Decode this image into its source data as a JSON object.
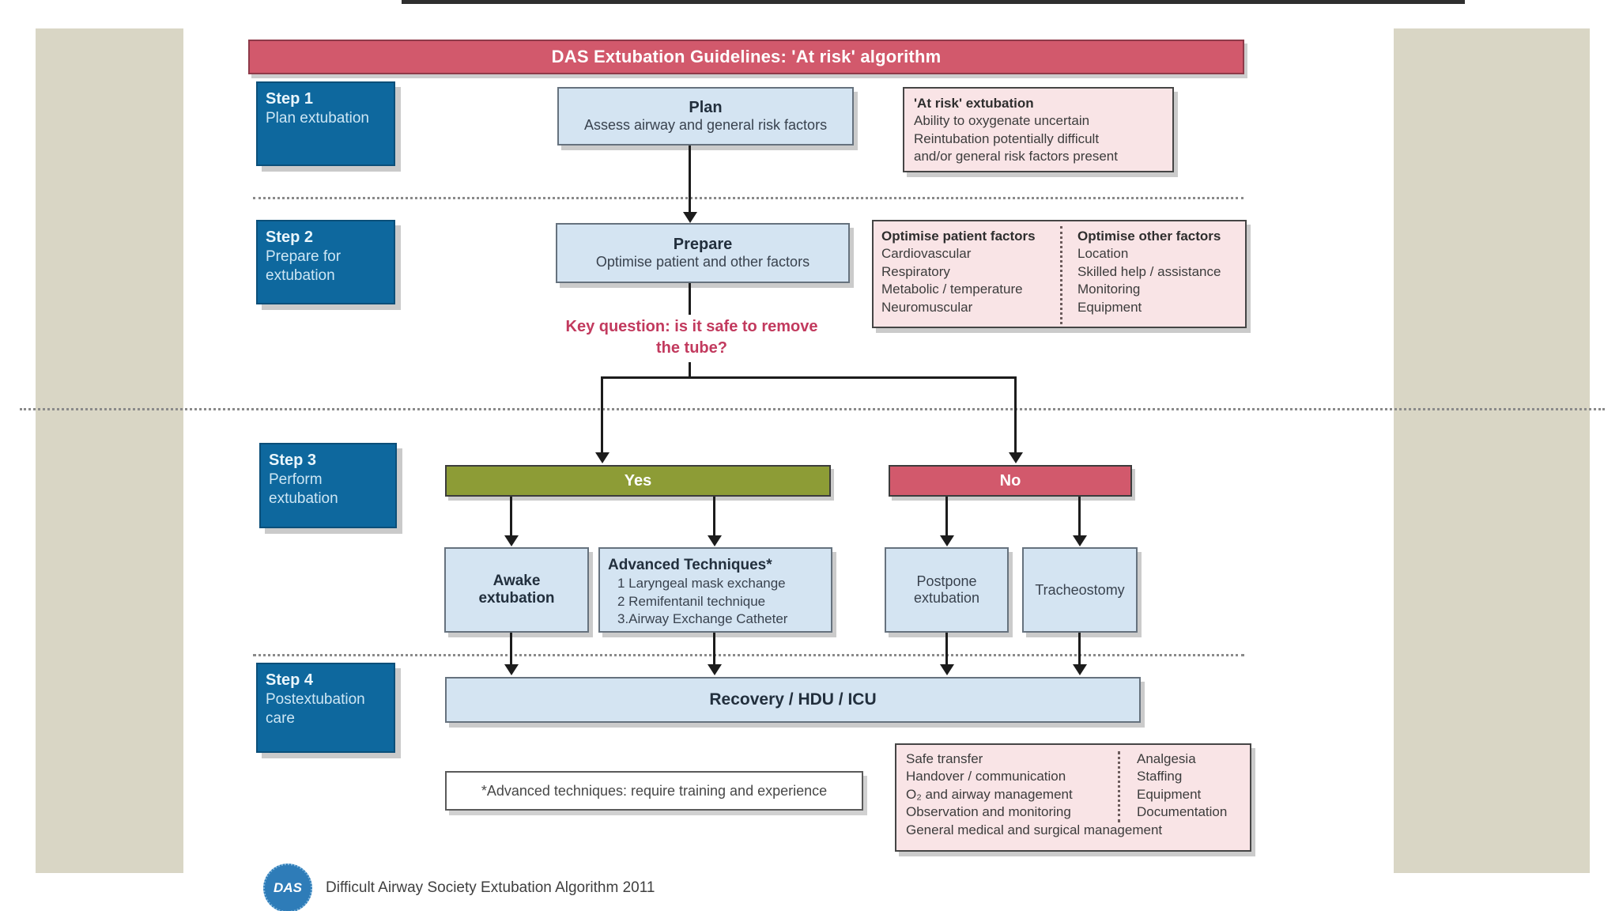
{
  "title": "DAS Extubation Guidelines: 'At risk' algorithm",
  "steps": [
    {
      "label": "Step 1",
      "desc": "Plan extubation"
    },
    {
      "label": "Step 2",
      "desc": "Prepare for extubation"
    },
    {
      "label": "Step 3",
      "desc": "Perform extubation"
    },
    {
      "label": "Step 4",
      "desc": "Postextubation care"
    }
  ],
  "flow": {
    "plan": {
      "title": "Plan",
      "desc": "Assess airway and general risk factors"
    },
    "prepare": {
      "title": "Prepare",
      "desc": "Optimise patient and other factors"
    },
    "key_question": {
      "line1": "Key question: is it safe to remove",
      "line2": "the tube?"
    },
    "yes_label": "Yes",
    "no_label": "No",
    "awake": "Awake extubation",
    "advanced": {
      "title": "Advanced Techniques*",
      "items": [
        "1 Laryngeal mask exchange",
        "2 Remifentanil technique",
        "3.Airway Exchange Catheter"
      ]
    },
    "postpone": "Postpone extubation",
    "tracheostomy": "Tracheostomy",
    "recovery": "Recovery / HDU / ICU",
    "footnote": "*Advanced techniques: require training and experience"
  },
  "info_boxes": {
    "at_risk": {
      "title": "'At risk' extubation",
      "lines": [
        "Ability to oxygenate uncertain",
        "Reintubation potentially difficult",
        "and/or general risk factors present"
      ]
    },
    "optimise": {
      "left_title": "Optimise patient factors",
      "left_items": [
        "Cardiovascular",
        "Respiratory",
        "Metabolic / temperature",
        "Neuromuscular"
      ],
      "right_title": "Optimise other factors",
      "right_items": [
        "Location",
        "Skilled help / assistance",
        "Monitoring",
        "Equipment"
      ]
    },
    "postcare": {
      "left_items": [
        "Safe transfer",
        "Handover / communication",
        "O₂ and airway management",
        "Observation and monitoring"
      ],
      "right_items": [
        "Analgesia",
        "Staffing",
        "Equipment",
        "Documentation"
      ],
      "full_line": "General medical and surgical management"
    }
  },
  "footer": {
    "logo_text": "DAS",
    "caption": "Difficult Airway Society Extubation Algorithm 2011"
  },
  "colors": {
    "title_bar": "#d2596c",
    "step_box": "#0e689e",
    "flow_box": "#d4e4f2",
    "info_box": "#f9e4e6",
    "yes_bar": "#8d9c36",
    "no_bar": "#d2596c",
    "key_question_text": "#c23a5e",
    "side_band": "#d9d6c5"
  }
}
